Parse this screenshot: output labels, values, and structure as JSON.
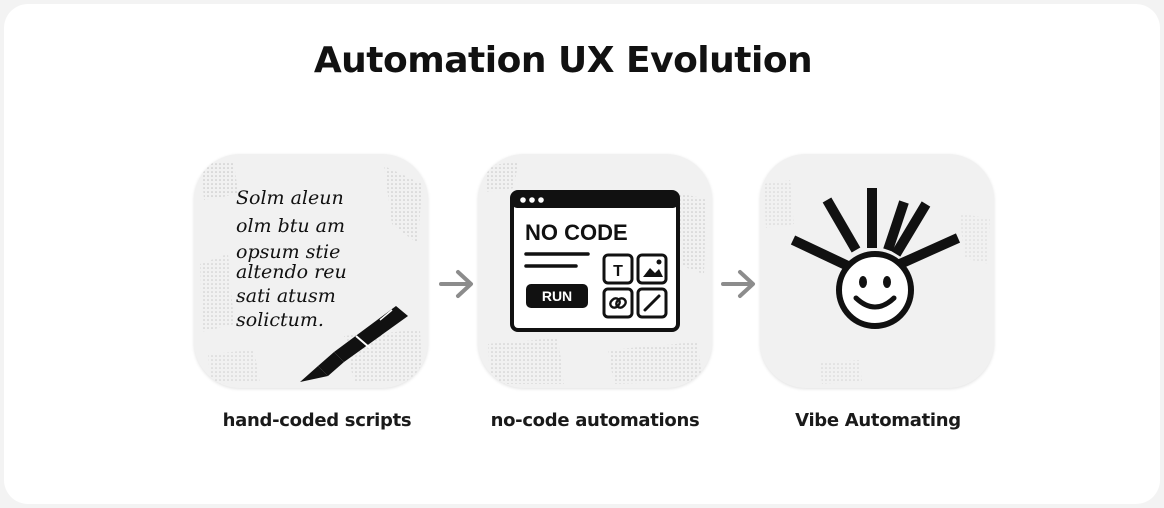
{
  "title": "Automation UX Evolution",
  "stages": [
    {
      "caption": "hand-coded scripts",
      "icon": "handwritten-script-with-fountain-pen",
      "script_lines": [
        "Solm aleun",
        "olm btu am",
        "opsum stie",
        "altendo reu",
        "sati atusm",
        "solictum."
      ]
    },
    {
      "caption": "no-code automations",
      "icon": "no-code-app-window",
      "window_title": "NO CODE",
      "run_label": "RUN",
      "tool_icons": [
        "text-tool-icon",
        "image-tool-icon",
        "link-tool-icon",
        "pen-tool-icon"
      ],
      "tool_text_glyph": "T"
    },
    {
      "caption": "Vibe Automating",
      "icon": "smiley-sun-rays"
    }
  ],
  "colors": {
    "ink": "#111111",
    "tile": "#f1f1f1",
    "arrow": "#8c8c8c",
    "background": "#ffffff"
  }
}
